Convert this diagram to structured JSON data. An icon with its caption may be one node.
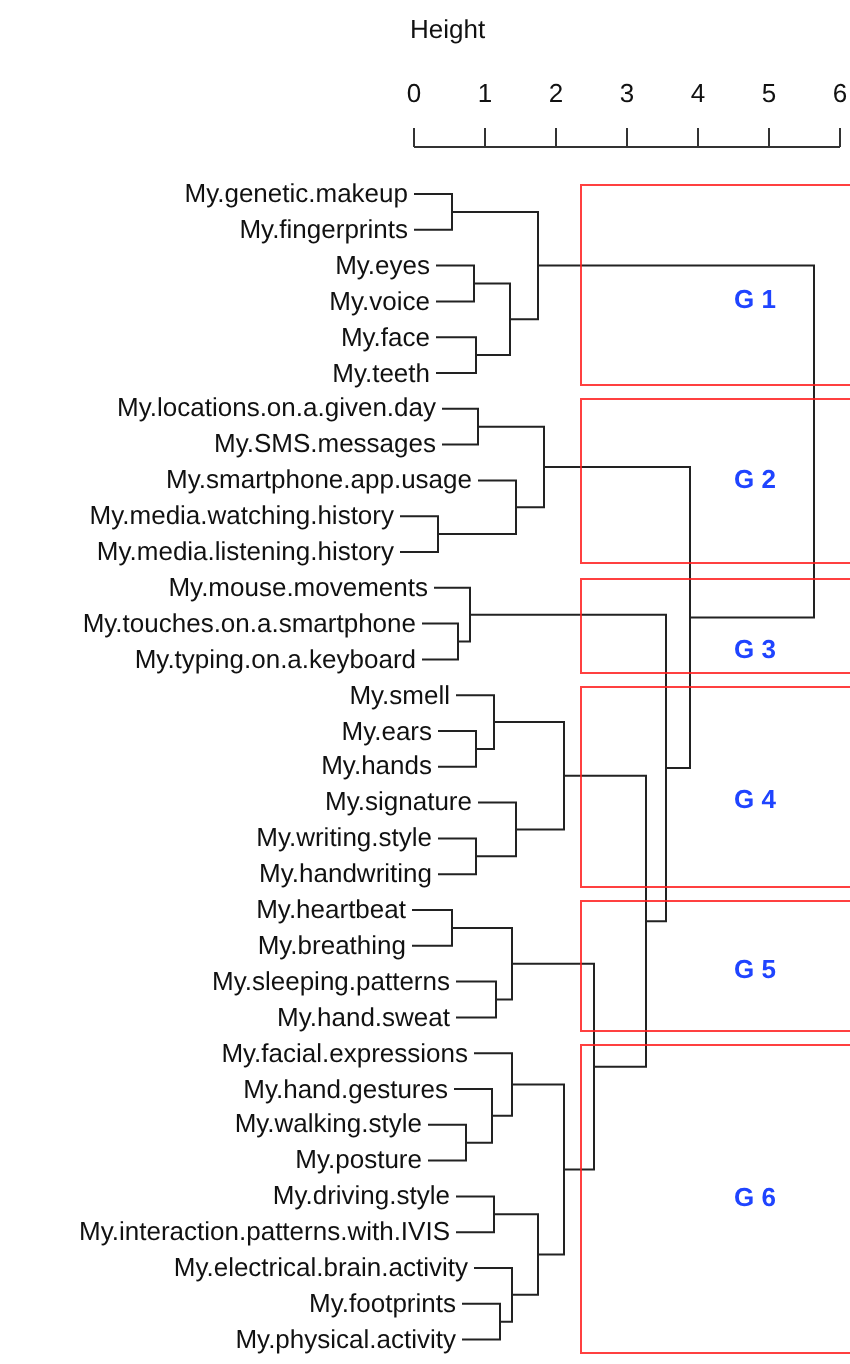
{
  "diagram": {
    "nodes": [
      {
        "text": [
          "G 1"
        ]
      },
      {
        "text": [
          "G 2"
        ]
      },
      {
        "text": [
          "G 3"
        ]
      },
      {
        "text": [
          "G 4"
        ]
      },
      {
        "text": [
          "G 5"
        ]
      },
      {
        "text": [
          "G 6"
        ]
      }
    ],
    "edges": [],
    "labels": [
      "Height",
      "0",
      "1",
      "2",
      "3",
      "4",
      "5",
      "6",
      "My.genetic.makeup",
      "My.fingerprints",
      "My.eyes",
      "My.voice",
      "My.face",
      "My.teeth",
      "My.locations.on.a.given.day",
      "My.SMS.messages",
      "My.smartphone.app.usage",
      "My.media.watching.history",
      "My.media.listening.history",
      "My.mouse.movements",
      "My.touches.on.a.smartphone",
      "My.typing.on.a.keyboard",
      "My.smell",
      "My.ears",
      "My.hands",
      "My.signature",
      "My.writing.style",
      "My.handwriting",
      "My.heartbeat",
      "My.breathing",
      "My.sleeping.patterns",
      "My.hand.sweat",
      "My.facial.expressions",
      "My.hand.gestures",
      "My.walking.style",
      "My.posture",
      "My.driving.style",
      "My.interaction.patterns.with.IVIS",
      "My.electrical.brain.activity",
      "My.footprints",
      "My.physical.activity"
    ]
  }
}
